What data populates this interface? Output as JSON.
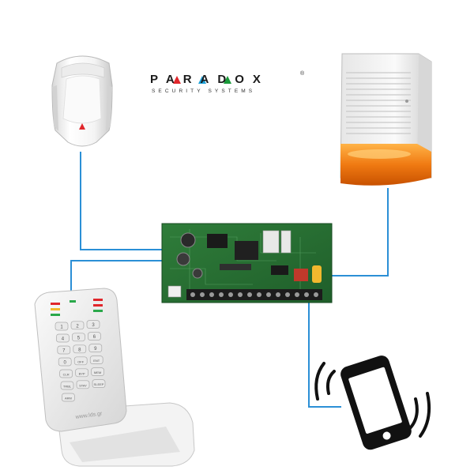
{
  "brand": {
    "name": "PARADOX",
    "tagline": "SECURITY SYSTEMS",
    "registered_mark": "®",
    "accent_colors": [
      "#e0262b",
      "#1a9a3a",
      "#1aa0d8"
    ]
  },
  "keypad": {
    "keys": [
      "1",
      "2",
      "3",
      "4",
      "5",
      "6",
      "7",
      "8",
      "9",
      "0",
      "OFF",
      "ENT",
      "CLR",
      "BYP",
      "MEM",
      "TRBL",
      "STAY",
      "SLEEP",
      "ARM"
    ],
    "url_text": "www.lds.gr"
  },
  "connection_color": "#2b8fd6"
}
